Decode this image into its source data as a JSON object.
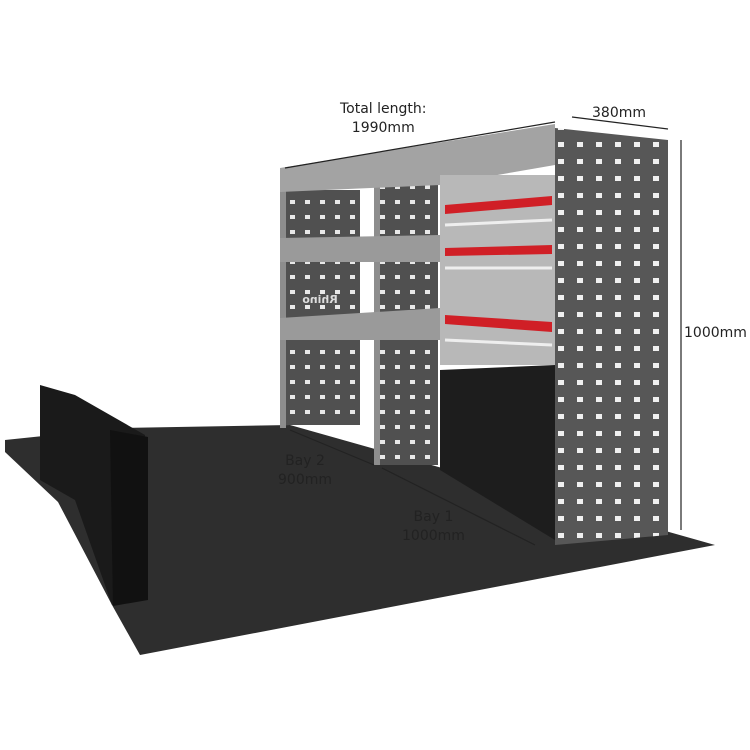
{
  "dimensions": {
    "total_length_label": "Total length:",
    "total_length_value": "1990mm",
    "depth_value": "380mm",
    "height_value": "1000mm",
    "bay2_label": "Bay 2",
    "bay2_value": "900mm",
    "bay1_label": "Bay 1",
    "bay1_value": "1000mm"
  },
  "logo": {
    "brand": "Rhino"
  },
  "colors": {
    "floor": "#2e2e2e",
    "frame": "#9b9b9b",
    "panel": "#555555",
    "handle": "#d01f26"
  }
}
